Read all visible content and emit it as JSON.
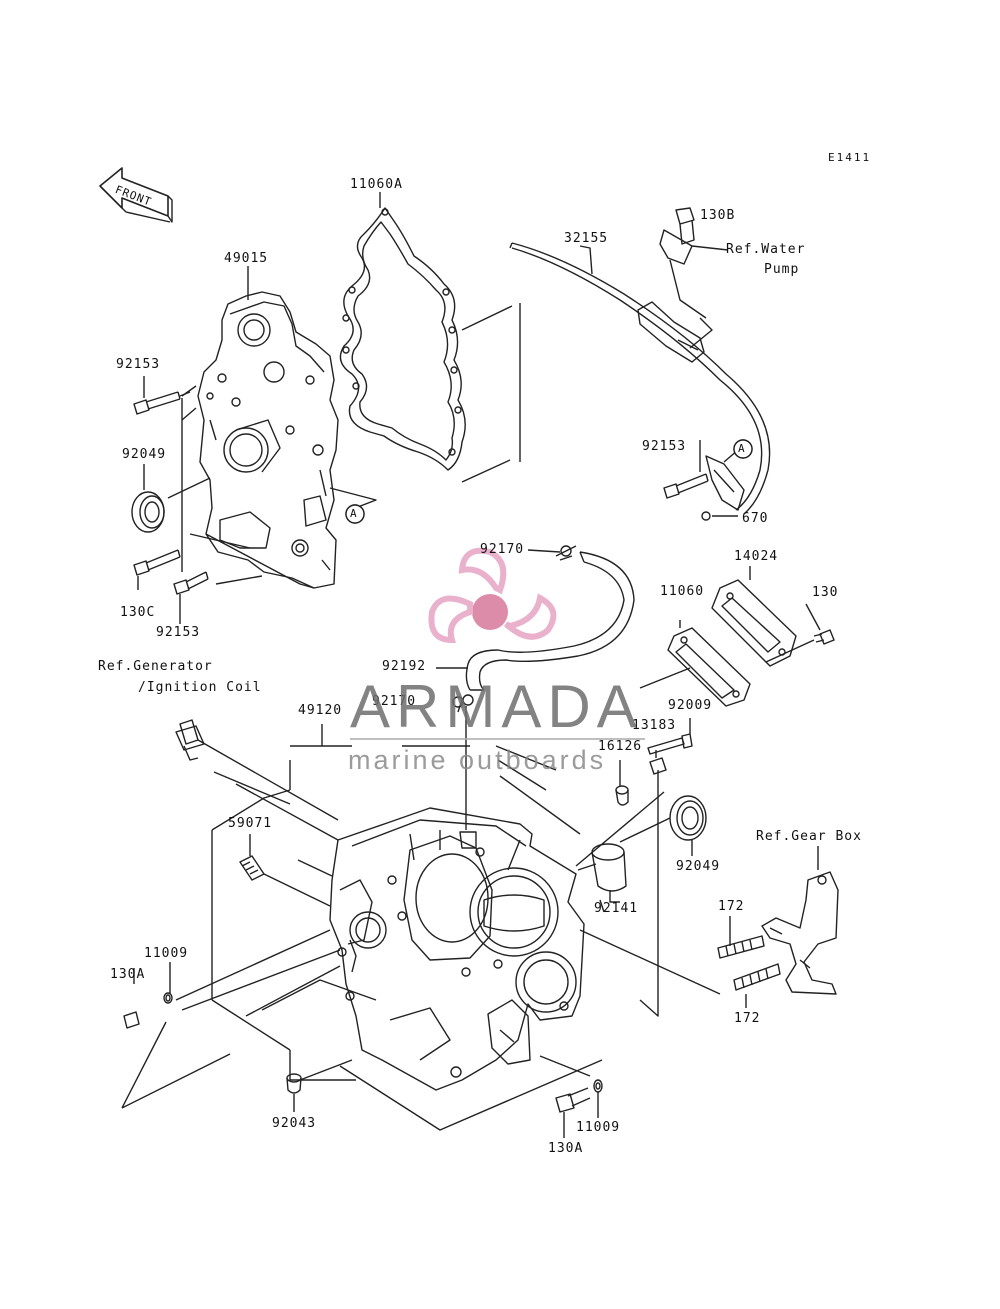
{
  "diagram_code": "E1411",
  "front_arrow_text": "FRONT",
  "callout_letter": "A",
  "watermark": {
    "title": "ARMADA",
    "subtitle": "marine outboards"
  },
  "labels": {
    "p11060A": "11060A",
    "p49015": "49015",
    "p32155": "32155",
    "p130B": "130B",
    "ref_water_1": "Ref.Water",
    "ref_water_2": "Pump",
    "p92153_a": "92153",
    "p92049_a": "92049",
    "p130C": "130C",
    "p92153_b": "92153",
    "p92153_c": "92153",
    "p670": "670",
    "p92170_a": "92170",
    "p14024": "14024",
    "p11060": "11060",
    "p130": "130",
    "p92192": "92192",
    "ref_gen_1": "Ref.Generator",
    "ref_gen_2": "/Ignition Coil",
    "p49120": "49120",
    "p92170_b": "92170",
    "p92009": "92009",
    "p13183": "13183",
    "p16126": "16126",
    "p59071": "59071",
    "p92049_b": "92049",
    "ref_gear": "Ref.Gear Box",
    "p92141": "92141",
    "p172_a": "172",
    "p172_b": "172",
    "p11009_a": "11009",
    "p130A_a": "130A",
    "p92043": "92043",
    "p130A_b": "130A",
    "p11009_b": "11009"
  },
  "colors": {
    "line": "#222222",
    "logo_pink": "#e8a9c8",
    "logo_core": "#d9809f"
  }
}
